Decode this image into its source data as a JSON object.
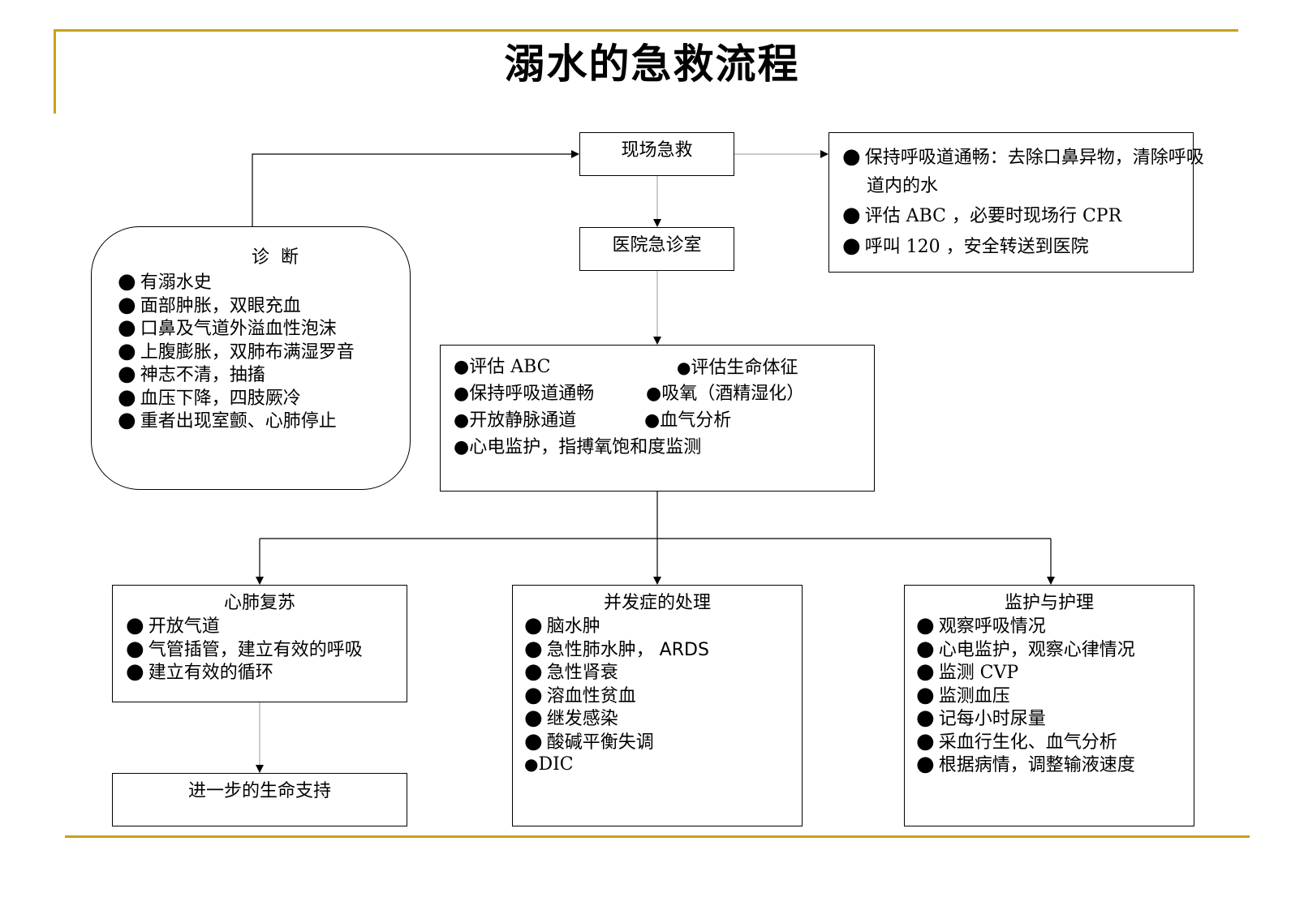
{
  "title": "溺水的急救流程",
  "colors": {
    "accent_line": "#C9A11A",
    "stroke": "#000000",
    "secondary_connector": "#999999"
  },
  "bullet": "●",
  "scene": {
    "title": "现场急救"
  },
  "er": {
    "title": "医院急诊室"
  },
  "scene_actions": {
    "items": [
      "保持呼吸道通畅：去除口鼻异物，清除呼吸道内的水",
      "评估 ABC ，必要时现场行 CPR",
      "呼叫 120 ，安全转送到医院"
    ]
  },
  "diagnosis": {
    "title": "诊断",
    "items": [
      "有溺水史",
      "面部肿胀，双眼充血",
      "口鼻及气道外溢血性泡沫",
      "上腹膨胀，双肺布满湿罗音",
      "神志不清，抽搐",
      "血压下降，四肢厥冷",
      "重者出现室颤、心肺停止"
    ]
  },
  "hospital": {
    "left_items": [
      "评估 ABC",
      "保持呼吸道通畅",
      "开放静脉通道",
      "心电监护，指搏氧饱和度监测"
    ],
    "right_items": [
      "评估生命体征",
      "吸氧（酒精湿化）",
      "血气分析"
    ]
  },
  "cpr": {
    "title": "心肺复苏",
    "items": [
      "开放气道",
      "气管插管，建立有效的呼吸",
      "建立有效的循环"
    ]
  },
  "complications": {
    "title": "并发症的处理",
    "items": [
      "脑水肿",
      "急性肺水肿， ARDS",
      "急性肾衰",
      "溶血性贫血",
      "继发感染",
      "酸碱平衡失调",
      "DIC"
    ]
  },
  "monitoring": {
    "title": "监护与护理",
    "items": [
      "观察呼吸情况",
      "心电监护，观察心律情况",
      "监测 CVP",
      "监测血压",
      "记每小时尿量",
      "采血行生化、血气分析",
      "根据病情，调整输液速度"
    ]
  },
  "support": {
    "title": "进一步的生命支持"
  }
}
